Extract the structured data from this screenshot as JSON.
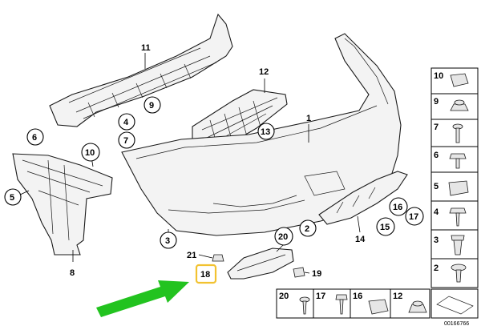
{
  "diagram": {
    "callouts_main": {
      "c11": "11",
      "c9": "9",
      "c12": "12",
      "c13": "13",
      "c1": "1",
      "c4": "4",
      "c7": "7",
      "c6": "6",
      "c10": "10",
      "c5": "5",
      "c8": "8",
      "c3": "3",
      "c21": "21",
      "c20": "20",
      "c18": "18",
      "c19": "19",
      "c2": "2",
      "c14": "14",
      "c15": "15",
      "c16": "16",
      "c17": "17"
    },
    "hardware_side": [
      "10",
      "9",
      "7",
      "6",
      "5",
      "4",
      "3",
      "2"
    ],
    "hardware_bottom": [
      "20",
      "17",
      "16",
      "12"
    ],
    "document_number": "00166766",
    "highlight_color": "#f2c230",
    "arrow_color": "#22c31f"
  }
}
